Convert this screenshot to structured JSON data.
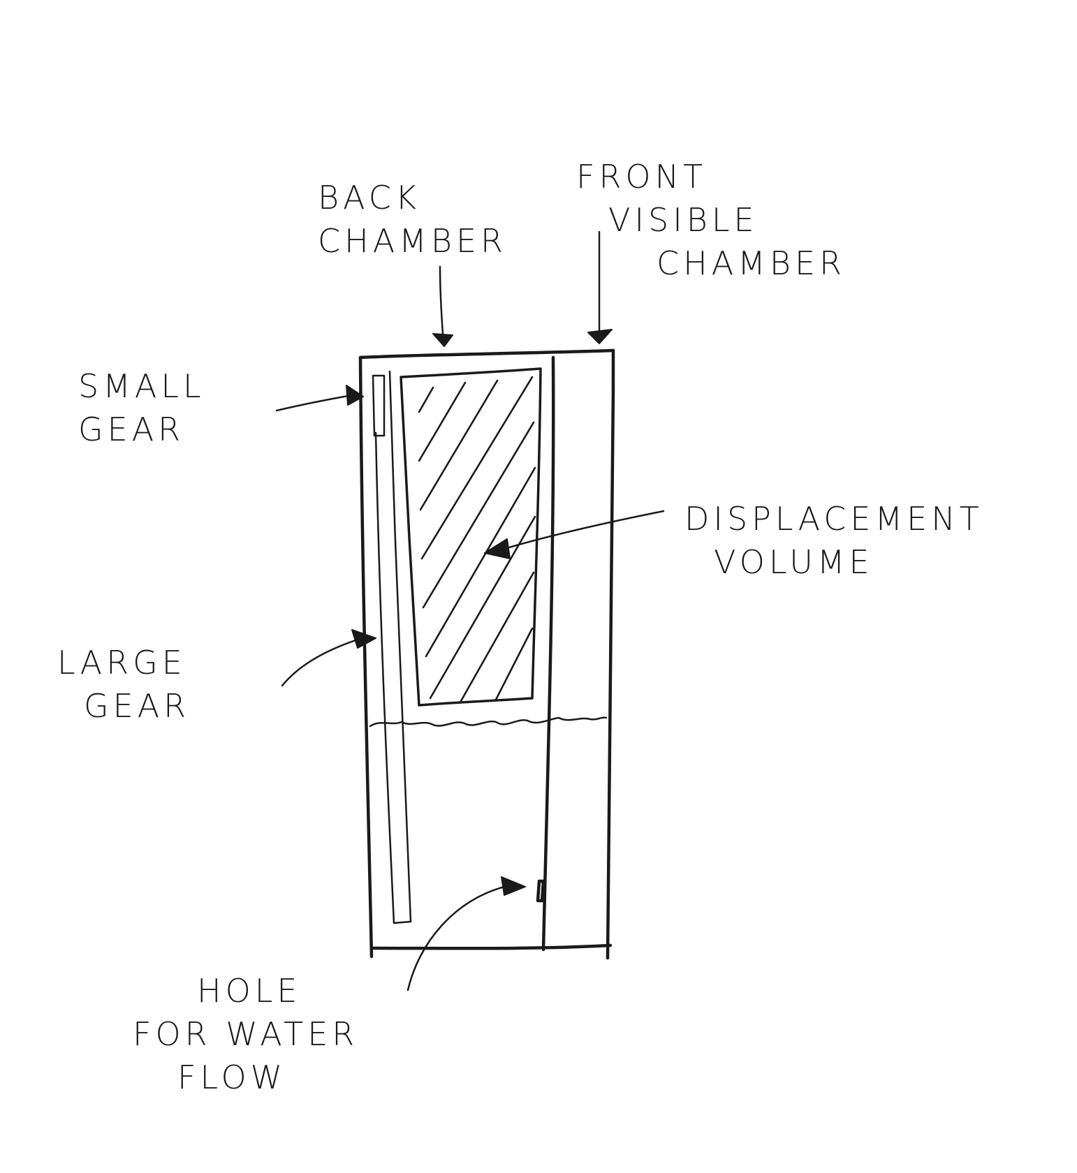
{
  "diagram": {
    "labels": {
      "back_chamber": [
        "BACK",
        "CHAMBER"
      ],
      "front_chamber": [
        "FRONT",
        "VISIBLE",
        "CHAMBER"
      ],
      "small_gear": [
        "SMALL",
        "GEAR"
      ],
      "displacement_volume": [
        "DISPLACEMENT",
        "VOLUME"
      ],
      "large_gear": [
        "LARGE",
        "GEAR"
      ],
      "hole": [
        "HOLE",
        "FOR WATER",
        "FLOW"
      ]
    },
    "ink_color": "#1a1a1a",
    "background_color": "#ffffff"
  }
}
